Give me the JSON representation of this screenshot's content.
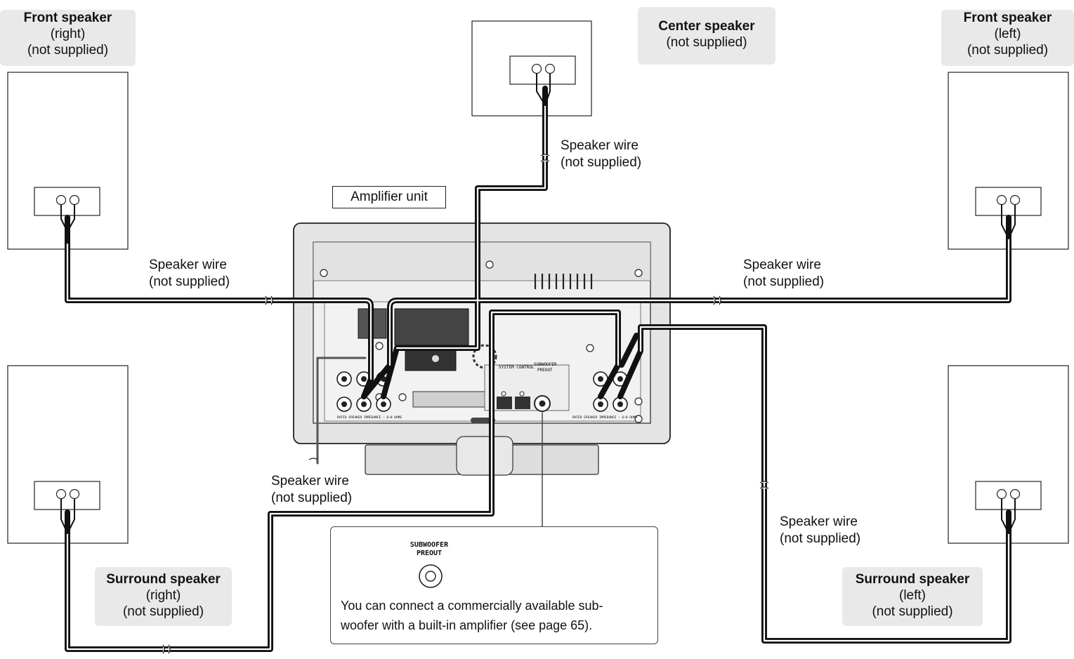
{
  "speakers": {
    "front_right": {
      "title": "Front speaker",
      "line1": "(right)",
      "line2": "(not supplied)"
    },
    "center": {
      "title": "Center speaker",
      "line1": "(not supplied)"
    },
    "front_left": {
      "title": "Front speaker",
      "line1": "(left)",
      "line2": "(not supplied)"
    },
    "surround_right": {
      "title": "Surround speaker",
      "line1": "(right)",
      "line2": "(not supplied)"
    },
    "surround_left": {
      "title": "Surround speaker",
      "line1": "(left)",
      "line2": "(not supplied)"
    }
  },
  "wires": {
    "center": {
      "line1": "Speaker wire",
      "line2": "(not supplied)"
    },
    "front_right": {
      "line1": "Speaker wire",
      "line2": "(not supplied)"
    },
    "front_left": {
      "line1": "Speaker wire",
      "line2": "(not supplied)"
    },
    "surround_right": {
      "line1": "Speaker wire",
      "line2": "(not supplied)"
    },
    "surround_left": {
      "line1": "Speaker wire",
      "line2": "(not supplied)"
    }
  },
  "amplifier": {
    "label": "Amplifier unit",
    "panel_system_control": "SYSTEM CONTROL",
    "panel_subwoofer": "SUBWOOFER",
    "panel_preout": "PREOUT",
    "panel_impedance_left": "RATED SPEAKER IMPEDANCE : 6~8 OHMS",
    "panel_impedance_right": "RATED SPEAKER IMPEDANCE : 6~8 OHMS"
  },
  "callout": {
    "jack_title_1": "SUBWOOFER",
    "jack_title_2": "PREOUT",
    "text_line1": "You can connect a commercially available sub-",
    "text_line2": "woofer with a built-in amplifier (see page 65)."
  },
  "colors": {
    "panel_bg": "#e4e4e4",
    "label_bg": "#e9e9e9",
    "wire": "#111111"
  }
}
